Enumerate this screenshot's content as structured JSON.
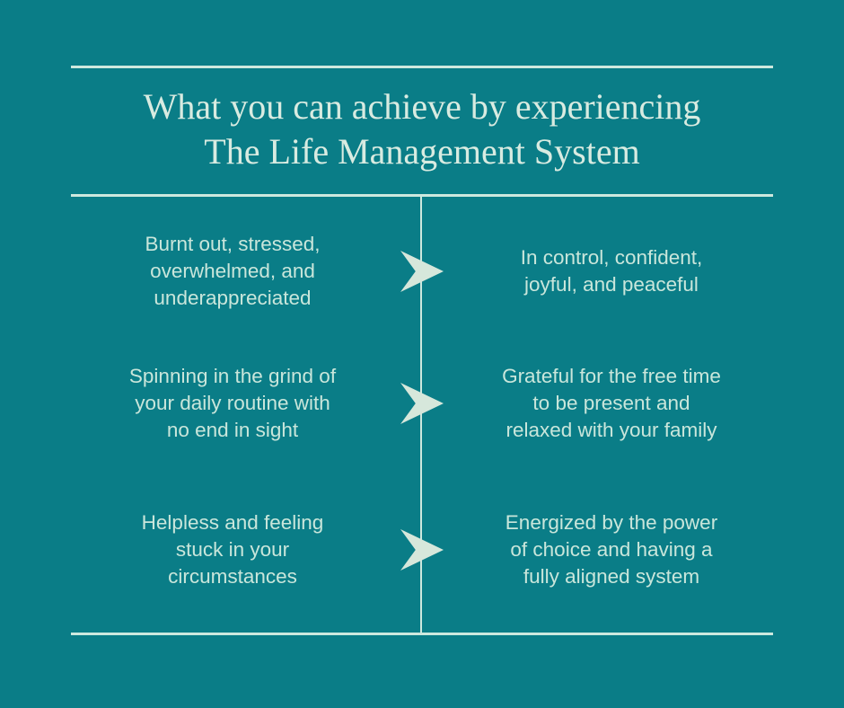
{
  "poster": {
    "background_color": "#0A7D87",
    "title_color": "#D8EBE1",
    "body_text_color": "#C9E6DB",
    "divider_color": "#CDE8DE",
    "arrow_color": "#D6E7DB"
  },
  "title": {
    "text": "What you can achieve by experiencing\nThe Life Management System"
  },
  "rows": [
    {
      "before": "Burnt out, stressed,\noverwhelmed, and\nunderappreciated",
      "after": "In control, confident,\njoyful, and peaceful"
    },
    {
      "before": "Spinning in the grind of\nyour daily routine with\nno end in sight",
      "after": "Grateful for the free time\nto be present and\nrelaxed with your family"
    },
    {
      "before": "Helpless and feeling\nstuck in your\ncircumstances",
      "after": "Energized by the power\nof choice and having a\nfully aligned system"
    }
  ],
  "icons": {
    "arrow": "chevron-right-arrow"
  }
}
